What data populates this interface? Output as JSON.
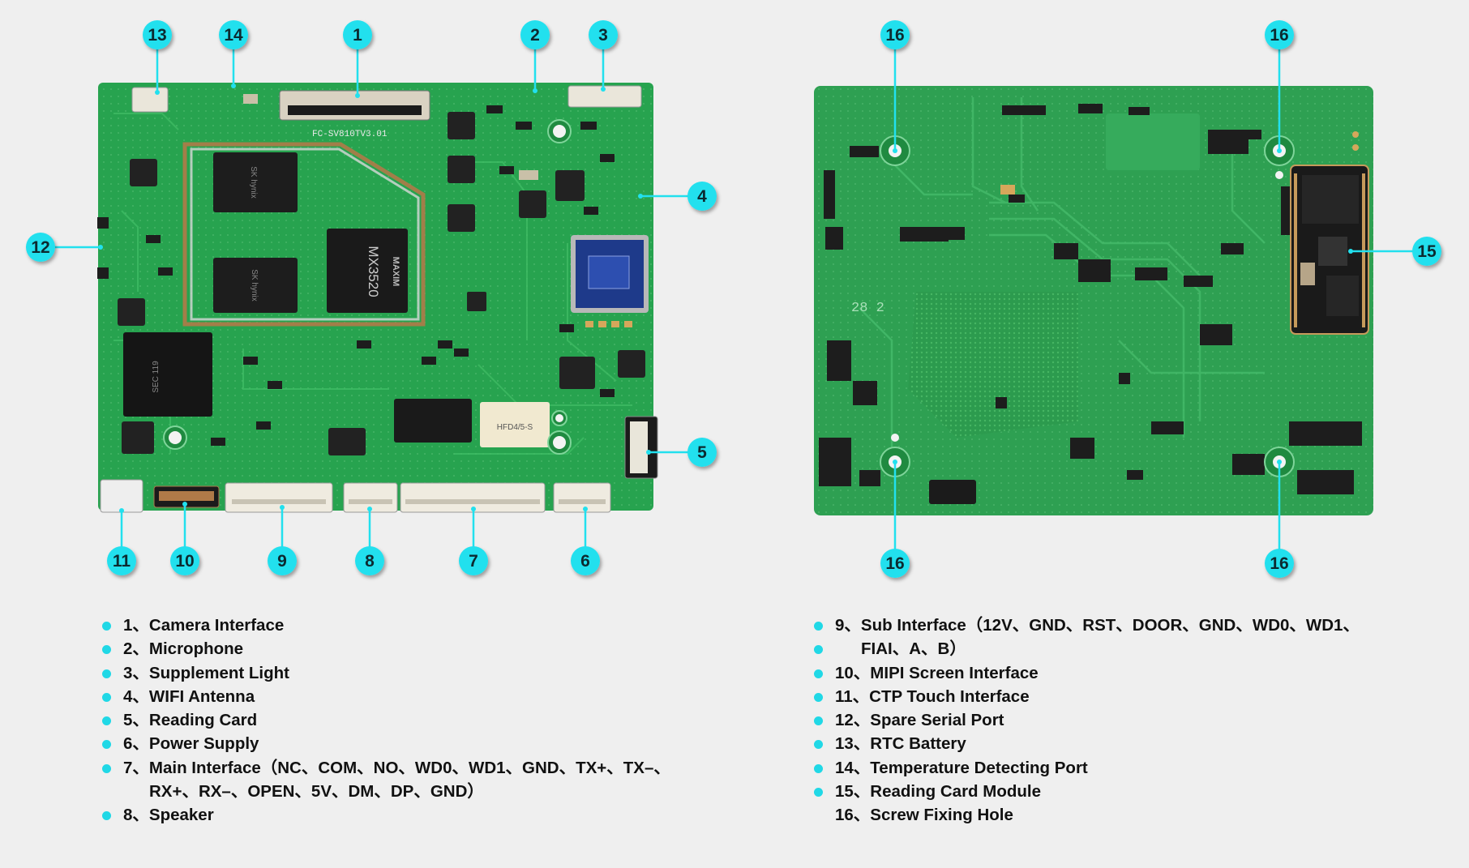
{
  "colors": {
    "background": "#efefef",
    "pcb_green": "#27a34f",
    "marker_cyan": "#22e0ee",
    "bullet_cyan": "#20d8e6",
    "text": "#111111"
  },
  "front_board": {
    "callouts": [
      {
        "id": "1",
        "num": "1"
      },
      {
        "id": "2",
        "num": "2"
      },
      {
        "id": "3",
        "num": "3"
      },
      {
        "id": "4",
        "num": "4"
      },
      {
        "id": "5",
        "num": "5"
      },
      {
        "id": "6",
        "num": "6"
      },
      {
        "id": "7",
        "num": "7"
      },
      {
        "id": "8",
        "num": "8"
      },
      {
        "id": "9",
        "num": "9"
      },
      {
        "id": "10",
        "num": "10"
      },
      {
        "id": "11",
        "num": "11"
      },
      {
        "id": "12",
        "num": "12"
      },
      {
        "id": "13",
        "num": "13"
      },
      {
        "id": "14",
        "num": "14"
      }
    ],
    "chip_texts": {
      "main_soc_brand": "MAXIM",
      "main_soc_model": "MX3520",
      "fpc_label": "FC-SV810TV3.01",
      "ram_brand": "SK hynix",
      "emmc_brand": "SEC 119",
      "relay_label": "HFD4/5-S"
    }
  },
  "back_board": {
    "callouts": [
      {
        "id": "15",
        "num": "15"
      },
      {
        "id": "16a",
        "num": "16"
      },
      {
        "id": "16b",
        "num": "16"
      },
      {
        "id": "16c",
        "num": "16"
      },
      {
        "id": "16d",
        "num": "16"
      }
    ],
    "silk_text": "28 2"
  },
  "legend_left": [
    {
      "text": "1、Camera Interface",
      "bullet": true
    },
    {
      "text": "2、Microphone",
      "bullet": true
    },
    {
      "text": "3、Supplement Light",
      "bullet": true
    },
    {
      "text": "4、WIFI Antenna",
      "bullet": true
    },
    {
      "text": "5、Reading Card",
      "bullet": true
    },
    {
      "text": "6、Power Supply",
      "bullet": true
    },
    {
      "text": "7、Main Interface（NC、COM、NO、WD0、WD1、GND、TX+、TX–、",
      "bullet": true
    },
    {
      "text": "RX+、RX–、OPEN、5V、DM、DP、GND）",
      "bullet": false,
      "continuation": true
    },
    {
      "text": "8、Speaker",
      "bullet": true
    }
  ],
  "legend_right": [
    {
      "text": "9、Sub Interface（12V、GND、RST、DOOR、GND、WD0、WD1、",
      "bullet": true
    },
    {
      "text": "FIAI、A、B）",
      "bullet": true,
      "continuation": true
    },
    {
      "text": "10、MIPI Screen Interface",
      "bullet": true
    },
    {
      "text": "11、CTP Touch Interface",
      "bullet": true
    },
    {
      "text": "12、Spare Serial Port",
      "bullet": true
    },
    {
      "text": "13、RTC Battery",
      "bullet": true
    },
    {
      "text": "14、Temperature Detecting Port",
      "bullet": true
    },
    {
      "text": "15、Reading Card Module",
      "bullet": true
    },
    {
      "text": "16、Screw Fixing Hole",
      "bullet": false
    }
  ]
}
